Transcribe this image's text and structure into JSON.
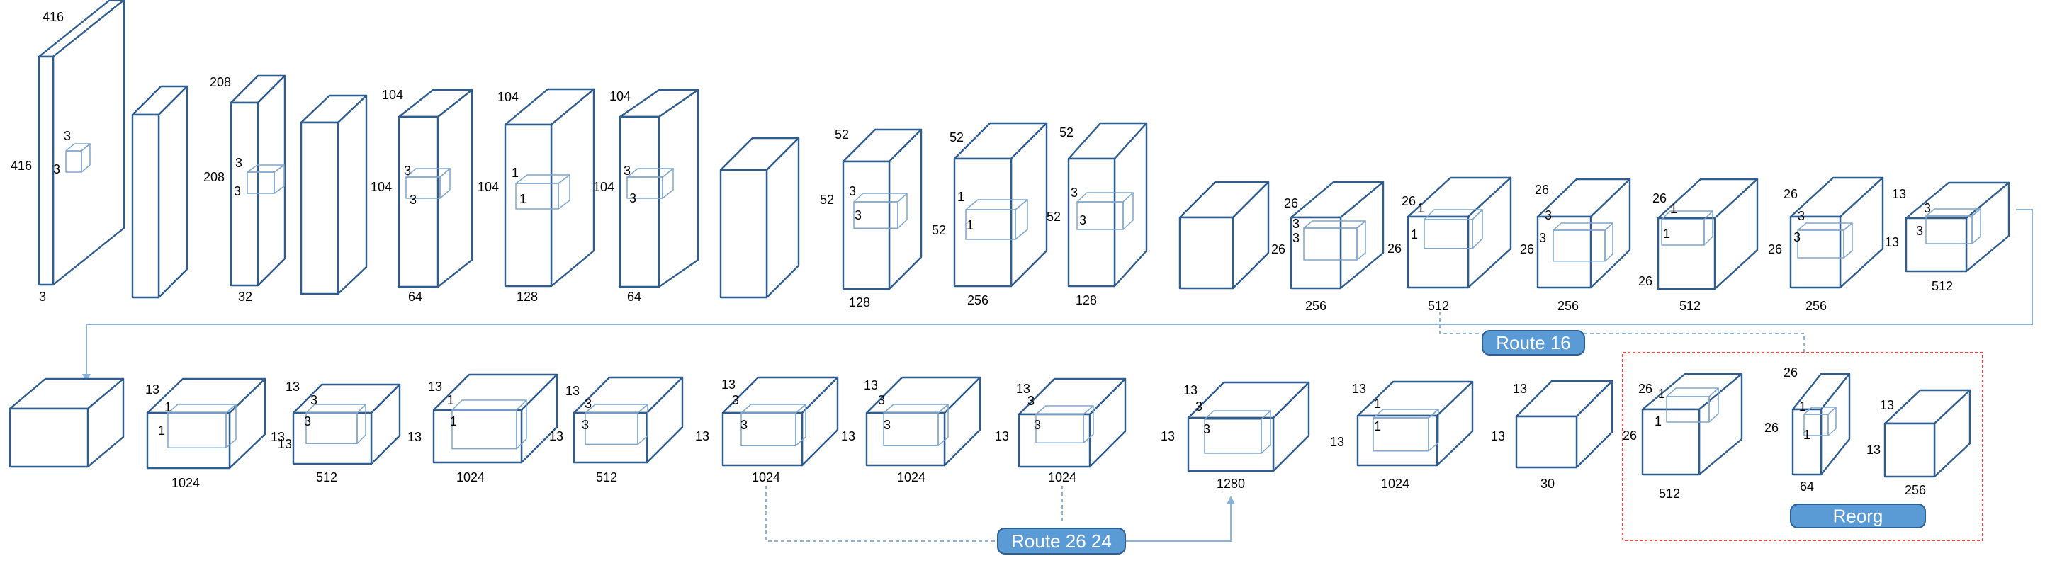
{
  "colors": {
    "layer_edge": "#2e5d8e",
    "kernel_edge": "#7fa6cc",
    "connector": "#8db3d9",
    "label_fill": "#5b9bd5",
    "reorg_frame": "#e14b4b"
  },
  "labels": {
    "route16": "Route 16",
    "route2624": "Route 26 24",
    "reorg": "Reorg"
  },
  "layers": [
    {
      "id": "L1",
      "depth": "3",
      "size": "416",
      "side": "416",
      "kernel": [
        "3",
        "3"
      ]
    },
    {
      "id": "L2"
    },
    {
      "id": "L3",
      "depth": "32",
      "size": "208",
      "side": "208",
      "kernel": [
        "3",
        "3"
      ]
    },
    {
      "id": "L4"
    },
    {
      "id": "L5",
      "depth": "64",
      "size": "104",
      "side": "104",
      "kernel": [
        "3",
        "3"
      ]
    },
    {
      "id": "L6",
      "depth": "128",
      "size": "104",
      "side": "104",
      "kernel": [
        "1",
        "1"
      ]
    },
    {
      "id": "L7",
      "depth": "64",
      "size": "104",
      "side": "104",
      "kernel": [
        "3",
        "3"
      ]
    },
    {
      "id": "L8"
    },
    {
      "id": "L9",
      "depth": "128",
      "size": "52",
      "side": "52",
      "kernel": [
        "3",
        "3"
      ]
    },
    {
      "id": "L10",
      "depth": "256",
      "size": "52",
      "side": "52",
      "kernel": [
        "1",
        "1"
      ]
    },
    {
      "id": "L11",
      "depth": "128",
      "size": "52",
      "side": "52",
      "kernel": [
        "3",
        "3"
      ]
    },
    {
      "id": "L12"
    },
    {
      "id": "L13",
      "depth": "256",
      "size": "26",
      "side": "26",
      "kernel": [
        "3",
        "3"
      ]
    },
    {
      "id": "L14",
      "depth": "512",
      "size": "26",
      "side": "26",
      "kernel": [
        "1",
        "1"
      ]
    },
    {
      "id": "L15",
      "depth": "256",
      "size": "26",
      "side": "26",
      "kernel": [
        "3",
        "3"
      ]
    },
    {
      "id": "L16",
      "depth": "512",
      "size": "26",
      "side": "26",
      "kernel": [
        "1",
        "1"
      ]
    },
    {
      "id": "L17",
      "depth": "256",
      "size": "26",
      "side": "26",
      "kernel": [
        "3",
        "3"
      ]
    },
    {
      "id": "L18",
      "depth": "512",
      "size": "13",
      "side": "13",
      "kernel": [
        "3",
        "3"
      ]
    },
    {
      "id": "L19"
    },
    {
      "id": "L20",
      "depth": "1024",
      "size": "13",
      "side": "13",
      "kernel": [
        "1",
        "1"
      ]
    },
    {
      "id": "L21",
      "depth": "512",
      "size": "13",
      "side": "13",
      "kernel": [
        "3",
        "3"
      ]
    },
    {
      "id": "L22",
      "depth": "1024",
      "size": "13",
      "side": "13",
      "kernel": [
        "1",
        "1"
      ]
    },
    {
      "id": "L23",
      "depth": "512",
      "size": "13",
      "side": "13",
      "kernel": [
        "3",
        "3"
      ]
    },
    {
      "id": "L24",
      "depth": "1024",
      "size": "13",
      "side": "13",
      "kernel": [
        "3",
        "3"
      ]
    },
    {
      "id": "L25",
      "depth": "1024",
      "size": "13",
      "side": "13",
      "kernel": [
        "3",
        "3"
      ]
    },
    {
      "id": "L26",
      "depth": "1024",
      "size": "13",
      "side": "13",
      "kernel": [
        "3",
        "3"
      ]
    },
    {
      "id": "L27",
      "depth": "1280",
      "size": "13",
      "side": "13",
      "kernel": [
        "3",
        "3"
      ]
    },
    {
      "id": "L28",
      "depth": "1024",
      "size": "13",
      "side": "13",
      "kernel": [
        "1",
        "1"
      ]
    },
    {
      "id": "L29",
      "depth": "30",
      "size": "13",
      "side": "13"
    },
    {
      "id": "R1",
      "depth": "512",
      "size": "26",
      "side": "26",
      "kernel": [
        "1",
        "1"
      ]
    },
    {
      "id": "R2",
      "depth": "64",
      "size": "26",
      "side": "26",
      "kernel": [
        "1",
        "1"
      ]
    },
    {
      "id": "R3",
      "depth": "256",
      "size": "13",
      "side": "13"
    }
  ]
}
